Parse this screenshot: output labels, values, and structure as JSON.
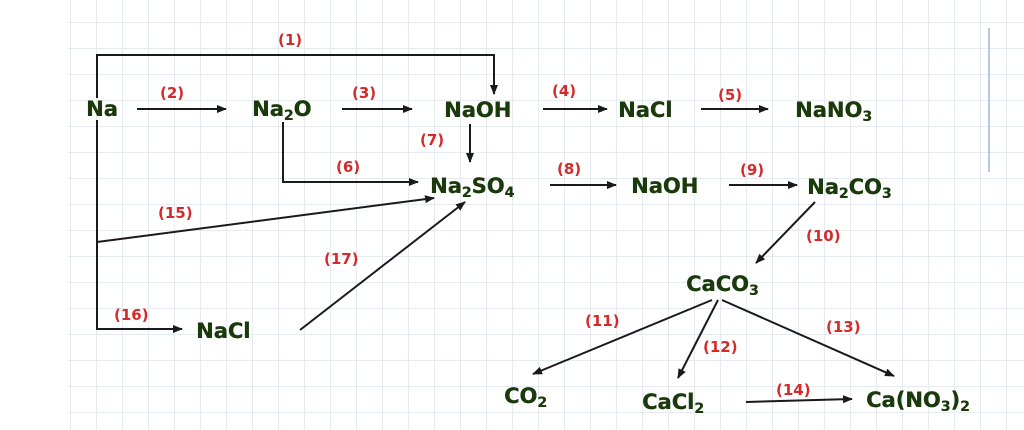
{
  "nodes": {
    "na": {
      "label": "Na"
    },
    "na2o": {
      "base": "Na",
      "sub": "2",
      "tail": "O"
    },
    "naoh_top": {
      "label": "NaOH"
    },
    "nacl_top": {
      "label": "NaCl"
    },
    "nano3": {
      "base": "NaNO",
      "sub": "3"
    },
    "na2so4": {
      "base": "Na",
      "sub": "2",
      "mid": "SO",
      "sub2": "4"
    },
    "naoh_mid": {
      "label": "NaOH"
    },
    "na2co3": {
      "base": "Na",
      "sub": "2",
      "mid": "CO",
      "sub2": "3"
    },
    "caco3": {
      "base": "CaCO",
      "sub": "3"
    },
    "nacl_bottom": {
      "label": "NaCl"
    },
    "co2": {
      "base": "CO",
      "sub": "2"
    },
    "cacl2": {
      "base": "CaCl",
      "sub": "2"
    },
    "ca_no3_2": {
      "base": "Ca(NO",
      "sub": "3",
      "tail": ")",
      "sub2": "2"
    }
  },
  "reactions": [
    "(1)",
    "(2)",
    "(3)",
    "(4)",
    "(5)",
    "(6)",
    "(7)",
    "(8)",
    "(9)",
    "(10)",
    "(11)",
    "(12)",
    "(13)",
    "(14)",
    "(15)",
    "(16)",
    "(17)"
  ],
  "colors": {
    "compound": "#1b3a0c",
    "reaction_label": "#d42a2a",
    "arrow": "#1a1a1a",
    "grid": "#e6ebf1"
  }
}
